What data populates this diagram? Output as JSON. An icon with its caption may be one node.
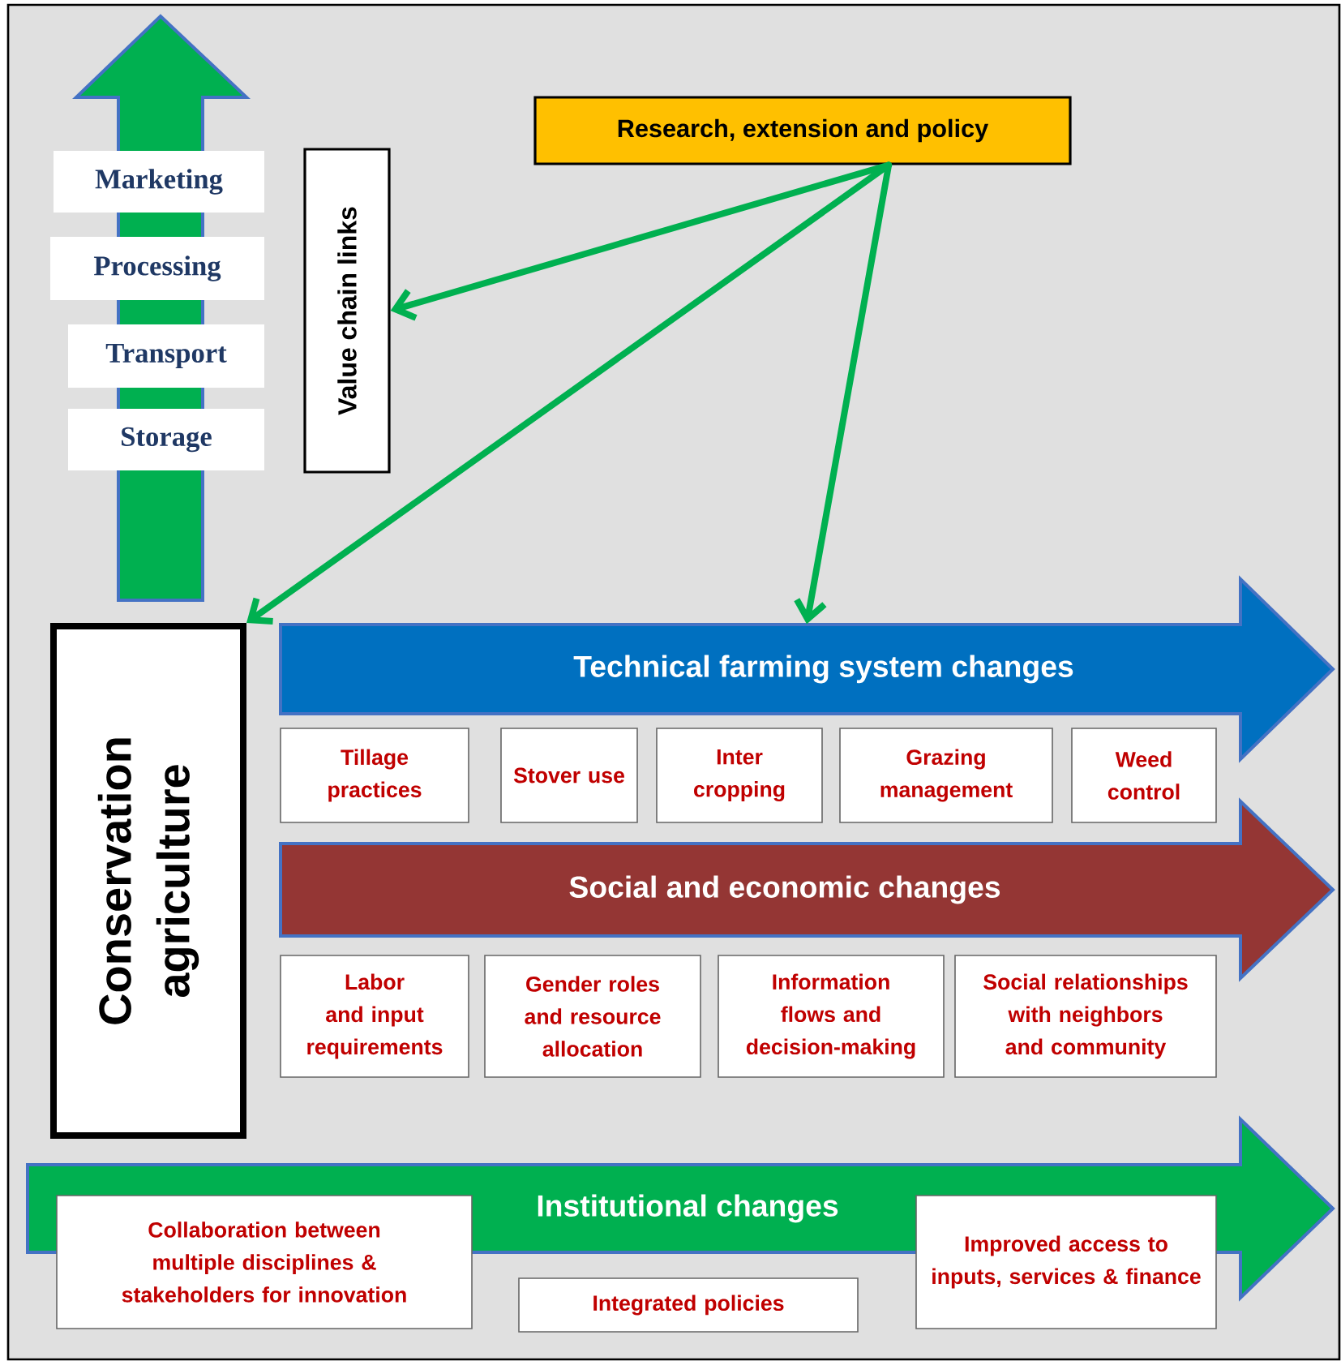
{
  "diagram": {
    "nodes": [
      {
        "text": [
          "Research, extension and policy"
        ]
      },
      {
        "text": [
          "Marketing"
        ]
      },
      {
        "text": [
          "Processing"
        ]
      },
      {
        "text": [
          "Transport"
        ]
      },
      {
        "text": [
          "Storage"
        ]
      },
      {
        "text": [
          "Value chain links"
        ]
      },
      {
        "text": [
          "Conservation agriculture"
        ]
      },
      {
        "text": [
          "Technical farming system changes"
        ]
      },
      {
        "text": [
          "Tillage practices"
        ]
      },
      {
        "text": [
          "Stover use"
        ]
      },
      {
        "text": [
          "Inter cropping"
        ]
      },
      {
        "text": [
          "Grazing management"
        ]
      },
      {
        "text": [
          "Weed control"
        ]
      },
      {
        "text": [
          "Social and economic changes"
        ]
      },
      {
        "text": [
          "Labor and input requirements"
        ]
      },
      {
        "text": [
          "Gender roles and resource allocation"
        ]
      },
      {
        "text": [
          "Information flows and decision-making"
        ]
      },
      {
        "text": [
          "Social relationships with neighbors and community"
        ]
      },
      {
        "text": [
          "Institutional changes"
        ]
      },
      {
        "text": [
          "Collaboration between multiple disciplines & stakeholders for innovation"
        ]
      },
      {
        "text": [
          "Integrated policies"
        ]
      },
      {
        "text": [
          "Improved access to inputs, services & finance"
        ]
      }
    ],
    "edges": [
      {
        "from": 0,
        "to": 5,
        "arrow": "to"
      },
      {
        "from": 0,
        "to": 6,
        "arrow": "to"
      },
      {
        "from": 0,
        "to": 7,
        "arrow": "to"
      }
    ]
  }
}
